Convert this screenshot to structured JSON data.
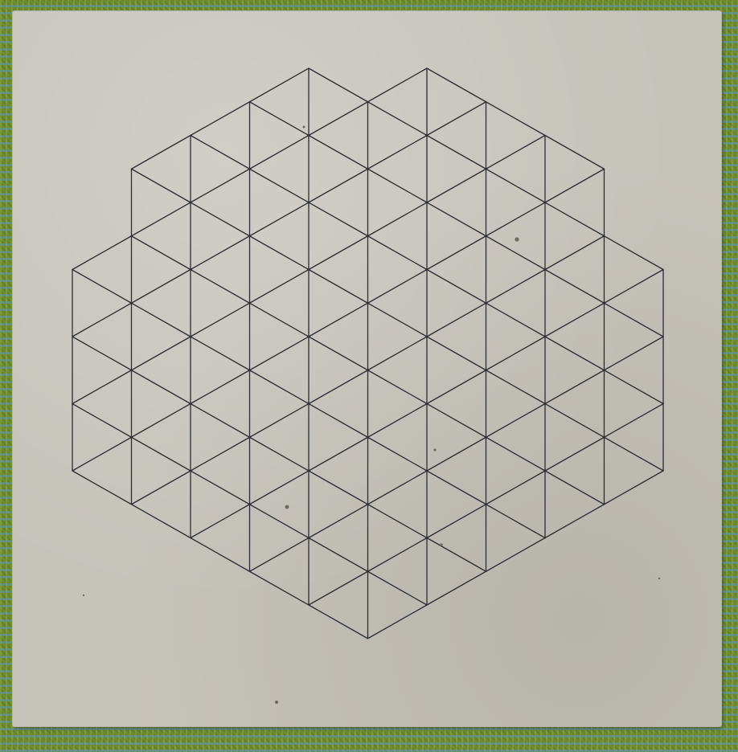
{
  "scene": {
    "background": "green-and-blue-striped-carpet",
    "object": "grey-cardboard-board",
    "drawing": "hand-drawn-triangular-grid-in-hexagonal-outline"
  },
  "colors": {
    "carpet_green": "#6e8a2e",
    "carpet_blue": "#5a96be",
    "board_grey": "#c6c3bb",
    "ink": "#2b2d33"
  }
}
